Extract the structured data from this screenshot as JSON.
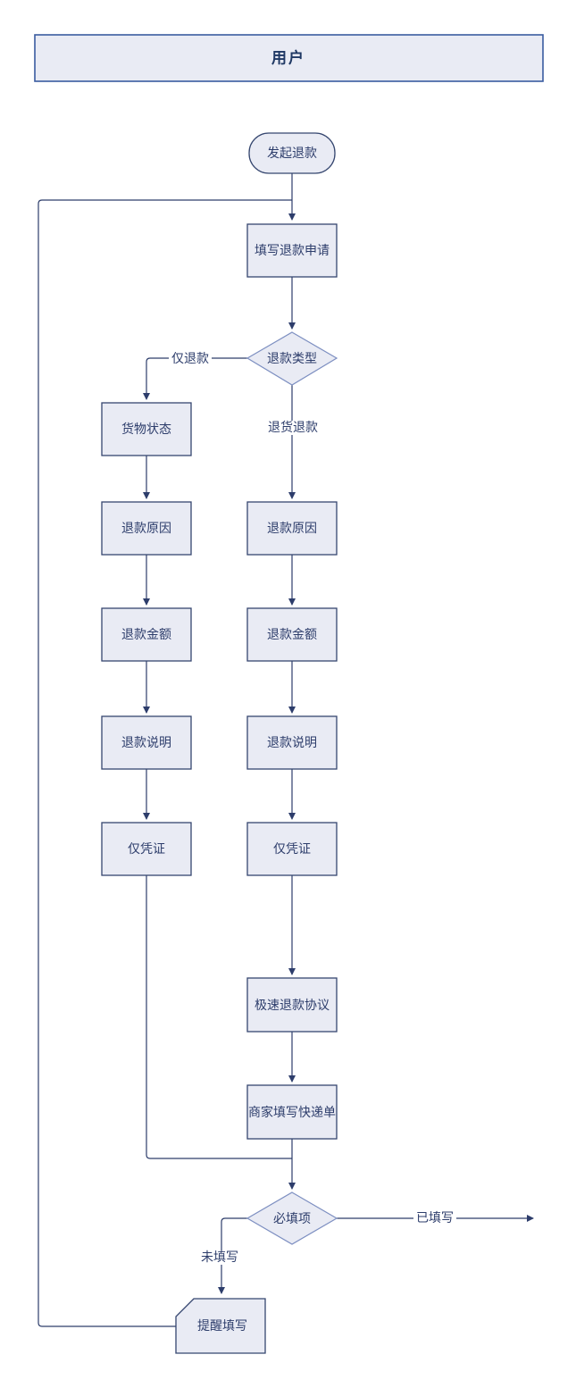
{
  "diagram": {
    "lane_title": "用户",
    "nodes": {
      "start": "发起退款",
      "fill_application": "填写退款申请",
      "refund_type": "退款类型",
      "goods_status": "货物状态",
      "refund_reason": "退款原因",
      "refund_amount": "退款金额",
      "refund_note": "退款说明",
      "voucher": "仅凭证",
      "express_agreement": "极速退款协议",
      "merchant_express": "商家填写快递单",
      "required_fields": "必填项",
      "remind_fill": "提醒填写"
    },
    "edge_labels": {
      "refund_only": "仅退款",
      "return_refund": "退货退款",
      "filled": "已填写",
      "not_filled": "未填写"
    },
    "colors": {
      "node_fill": "#E9EBF4",
      "node_border": "#35466F",
      "diamond_border": "#7D8FC1",
      "lane_border": "#3A5BA0",
      "connector": "#2D3D6B",
      "text": "#2D3D6B",
      "title_text": "#1F3864"
    }
  }
}
